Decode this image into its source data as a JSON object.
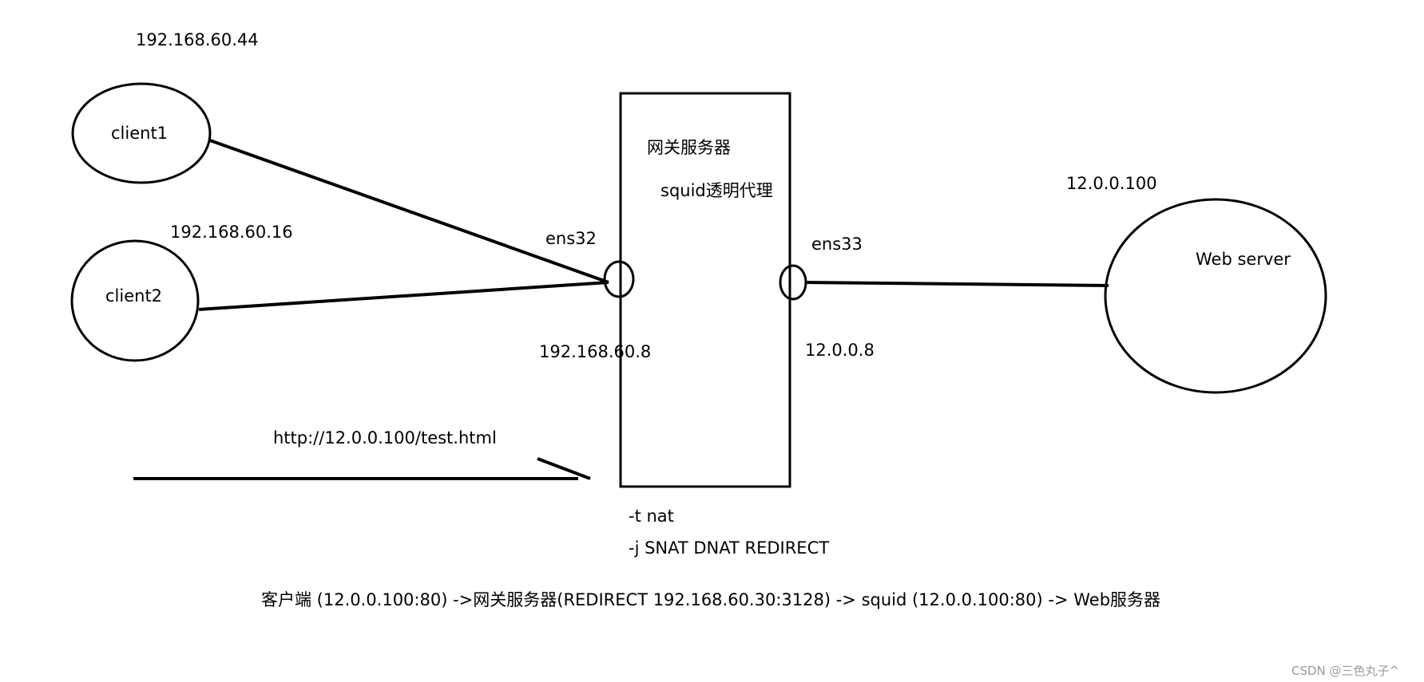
{
  "diagram": {
    "clients": [
      {
        "label": "client1",
        "ip": "192.168.60.44"
      },
      {
        "label": "client2",
        "ip": "192.168.60.16"
      }
    ],
    "gateway": {
      "title": "网关服务器",
      "subtitle": "squid透明代理",
      "left_interface": "ens32",
      "left_ip": "192.168.60.8",
      "right_interface": "ens33",
      "right_ip": "12.0.0.8"
    },
    "server": {
      "label": "Web server",
      "ip": "12.0.0.100"
    },
    "request_url": "http://12.0.0.100/test.html",
    "iptables": {
      "table": "-t nat",
      "targets": "-j SNAT DNAT REDIRECT"
    },
    "flow_text": "客户端 (12.0.0.100:80) ->网关服务器(REDIRECT 192.168.60.30:3128) -> squid (12.0.0.100:80) -> Web服务器",
    "watermark": "CSDN @三色丸子^",
    "colors": {
      "stroke": "#000000",
      "background": "#ffffff",
      "watermark": "#9a9a9a"
    }
  }
}
